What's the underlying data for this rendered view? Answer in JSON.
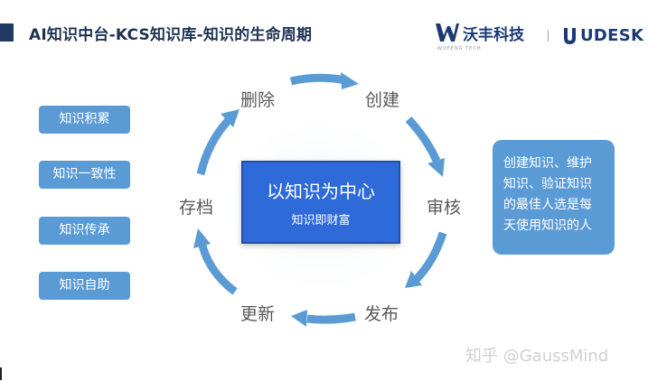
{
  "header": {
    "title": "AI知识中台-KCS知识库-知识的生命周期",
    "logo_wotu": {
      "name": "沃丰科技",
      "subtitle": "WOFENG TECH"
    },
    "logo_udesk": {
      "name": "UDESK"
    }
  },
  "left_labels": [
    "知识积累",
    "知识一致性",
    "知识传承",
    "知识自助"
  ],
  "cycle": {
    "stages": [
      "删除",
      "创建",
      "审核",
      "发布",
      "更新",
      "存档"
    ]
  },
  "center": {
    "title": "以知识为中心",
    "subtitle": "知识即财富"
  },
  "right_note": {
    "lines": [
      "创建知识、维护",
      "知识、验证知识",
      "的最佳人选是每",
      "天使用知识的人"
    ]
  },
  "watermark": "知乎 @GaussMind",
  "colors": {
    "arrow": "#5b9bd5",
    "center_fill": "#2f6ad9",
    "title_marker": "#1f3b63",
    "logo": "#1b3a73"
  }
}
